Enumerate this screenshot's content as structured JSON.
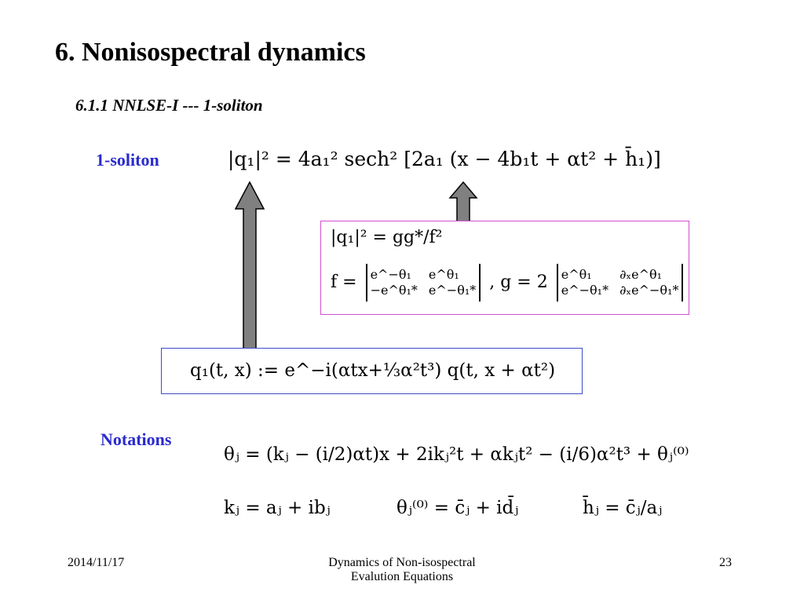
{
  "slide": {
    "title": "6.  Nonisospectral dynamics",
    "subtitle": "6.1.1 NNLSE-I  --- 1-soliton",
    "label_soliton": "1-soliton",
    "label_notations": "Notations"
  },
  "equations": {
    "soliton": "|q₁|² = 4a₁² sech² [2a₁ (x − 4b₁t + αt² + h̄₁)]",
    "pink_line1": "|q₁|² = gg*/f²",
    "pink_f": "f =",
    "pink_m11": "e^−θ₁",
    "pink_m12": "e^θ₁",
    "pink_m21": "−e^θ₁*",
    "pink_m22": "e^−θ₁*",
    "pink_g": ", g = 2",
    "pink_n11": "e^θ₁",
    "pink_n12": "∂ₓe^θ₁",
    "pink_n21": "e^−θ₁*",
    "pink_n22": "∂ₓe^−θ₁*",
    "blue": "q₁(t, x) := e^−i(αtx+⅓α²t³) q(t, x + αt²)",
    "theta": "θⱼ = (kⱼ − (i/2)αt)x + 2ikⱼ²t + αkⱼt² − (i/6)α²t³ + θⱼ⁽⁰⁾",
    "k_def": "kⱼ = aⱼ + ibⱼ",
    "theta0_def": "θⱼ⁽⁰⁾ = c̄ⱼ + id̄ⱼ",
    "h_def": "h̄ⱼ = c̄ⱼ/aⱼ"
  },
  "footer": {
    "date": "2014/11/17",
    "center_line1": "Dynamics of Non-isospectral",
    "center_line2": "Evalution Equations",
    "page": "23"
  },
  "colors": {
    "label_blue": "#2a2acf",
    "pink_border": "#d04fd0",
    "blue_border": "#3b4ec8",
    "arrow_fill": "#808080"
  }
}
